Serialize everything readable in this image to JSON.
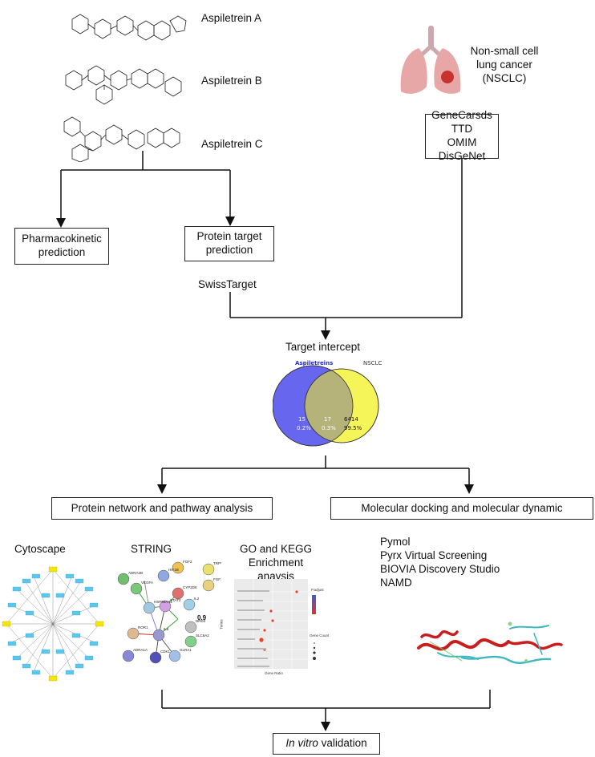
{
  "compounds": [
    {
      "name": "Aspiletrein A"
    },
    {
      "name": "Aspiletrein B"
    },
    {
      "name": "Aspiletrein C"
    }
  ],
  "nsclc": {
    "line1": "Non-small cell",
    "line2": "lung cancer",
    "line3": "(NSCLC)"
  },
  "databases": [
    "GeneCarsds",
    "TTD",
    "OMIM",
    "DisGeNet"
  ],
  "pharmacokinetic": {
    "line1": "Pharmacokinetic",
    "line2": "prediction"
  },
  "protein_target": {
    "line1": "Protein target",
    "line2": "prediction"
  },
  "swisstarget": "SwissTarget",
  "target_intercept": "Target intercept",
  "venn": {
    "left_label": "Aspiletreins",
    "right_label": "NSCLC",
    "left_count": "15",
    "left_pct": "0.2%",
    "mid_count": "17",
    "mid_pct": "0.3%",
    "right_count": "6414",
    "right_pct": "99.5%",
    "left_color": "#6666ee",
    "right_color": "#f5f55a",
    "overlap_color": "#b5b27a"
  },
  "network_box": "Protein network and pathway analysis",
  "docking_box": "Molecular docking and molecular dynamic",
  "cytoscape": "Cytoscape",
  "string": "STRING",
  "string_score": "0.9",
  "string_nodes": [
    "FGF2",
    "ADRA2B",
    "VEGFA",
    "HIF1B",
    "CYP2D6",
    "TRPV1",
    "FGF1",
    "IL2",
    "STAT3",
    "HSP90AA1",
    "DRD2",
    "ROR1",
    "IL6",
    "SLC6A2",
    "ADRA1A",
    "CDK1",
    "GLRA1"
  ],
  "go_kegg": {
    "line1": "GO and KEGG",
    "line2": "Enrichment anaysis"
  },
  "go_plot": {
    "legend_title": "P.adjust",
    "size_title": "Gene Count",
    "xlabel": "Gene Ratio",
    "ylabel": "Terms"
  },
  "tools": [
    "Pymol",
    "Pyrx Virtual Screening",
    "BIOVIA Discovery Studio",
    "NAMD"
  ],
  "validation": {
    "italic": "In vitro",
    "rest": " validation"
  }
}
